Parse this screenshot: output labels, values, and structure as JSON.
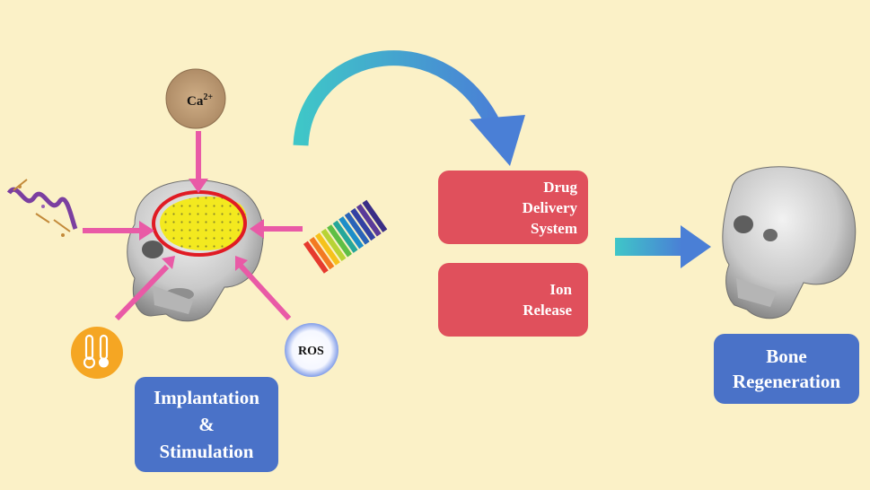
{
  "stimuli": {
    "calcium": {
      "label": "Ca",
      "sup": "2+"
    },
    "ros": {
      "label": "ROS"
    },
    "temperature_icon": "thermometer-icon",
    "ph_icon": "ph-strip-icon",
    "peptide_icon": "protein-helix-icon"
  },
  "mechanisms": {
    "drug_delivery": {
      "line1": "Drug",
      "line2": "Delivery",
      "line3": "System",
      "icon": "capsule-icon"
    },
    "ion_release": {
      "line1": "Ion",
      "line2": "Release",
      "icon": "atom-icon"
    }
  },
  "implant_box": {
    "line1": "Implantation",
    "line2": "&",
    "line3": "Stimulation"
  },
  "outcome_box": {
    "line1": "Bone",
    "line2": "Regeneration"
  },
  "colors": {
    "background": "#fbf1c7",
    "arrow_pink": "#e95aa6",
    "arrow_teal_start": "#3fc6c8",
    "arrow_blue_end": "#4a7fd6",
    "box_blue": "#4a72c8",
    "box_red": "#e0505c",
    "implant_yellow": "#f3e91f",
    "ring_red": "#e01b24"
  }
}
